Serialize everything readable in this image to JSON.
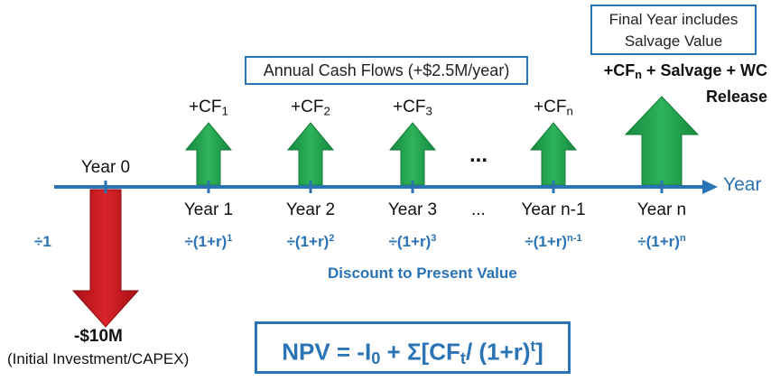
{
  "final_note": {
    "line1": "Final Year includes",
    "line2": "Salvage Value"
  },
  "annual_box": {
    "text": "Annual Cash Flows (+$2.5M/year)"
  },
  "final_label": {
    "cf": "+CF",
    "sub": "n",
    "rest1": " + Salvage + WC",
    "rest2": "Release"
  },
  "cash_flows": [
    {
      "prefix": "+CF",
      "sub": "1"
    },
    {
      "prefix": "+CF",
      "sub": "2"
    },
    {
      "prefix": "+CF",
      "sub": "3"
    },
    {
      "prefix": "+CF",
      "sub": "n"
    }
  ],
  "ellipsis_top": "...",
  "ellipsis_axis": "...",
  "axis_label": "Year",
  "years": {
    "y0": "Year 0",
    "y1": "Year 1",
    "y2": "Year 2",
    "y3": "Year 3",
    "yn1": "Year n-1",
    "yn": "Year n"
  },
  "discounts": {
    "d0": "÷1",
    "items": [
      {
        "base": "÷(1+r)",
        "exp": "1"
      },
      {
        "base": "÷(1+r)",
        "exp": "2"
      },
      {
        "base": "÷(1+r)",
        "exp": "3"
      },
      {
        "base": "÷(1+r)",
        "exp": "n-1"
      },
      {
        "base": "÷(1+r)",
        "exp": "n"
      }
    ]
  },
  "discount_caption": "Discount to Present Value",
  "investment": {
    "amount": "-$10M",
    "caption": "(Initial Investment/CAPEX)"
  },
  "formula": {
    "p1": "NPV = -I",
    "s1": "0",
    "p2": " + Σ[CF",
    "s2": "t",
    "p3": "/ (1+r)",
    "e1": "t",
    "p4": "]"
  },
  "colors": {
    "axis": "#2a73b5",
    "green": "#1f9a4a",
    "red": "#c8161d",
    "blue_text": "#2a73b5"
  }
}
